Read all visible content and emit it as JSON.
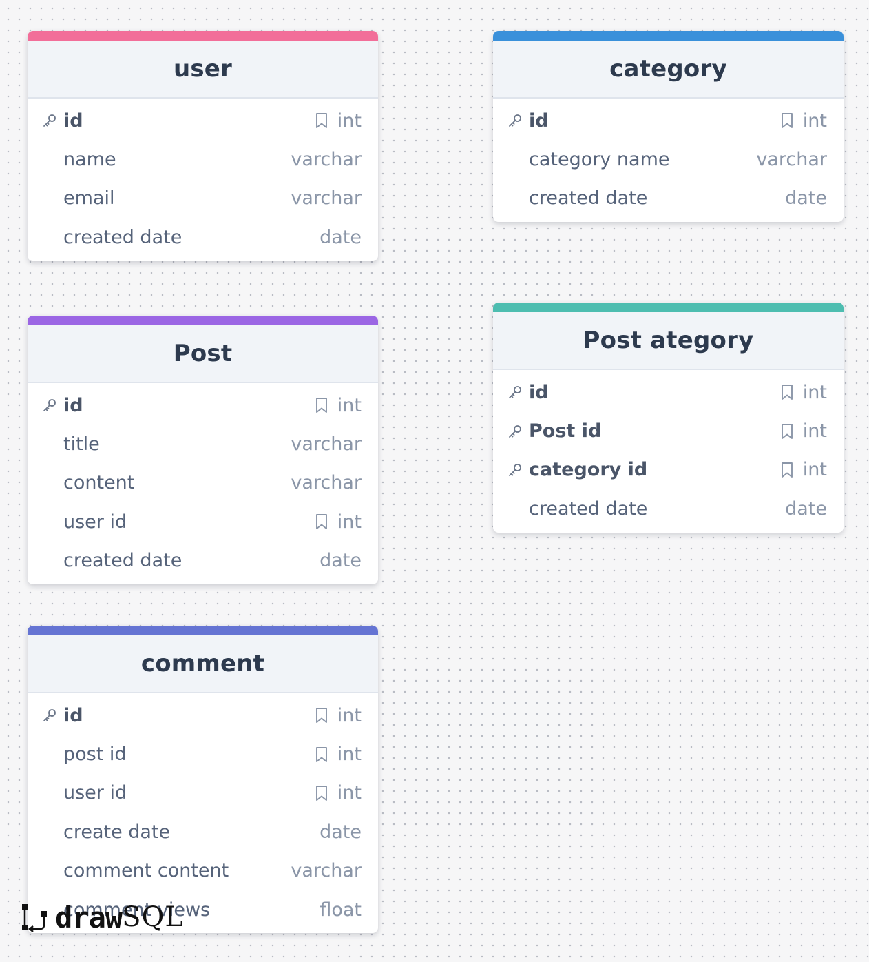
{
  "app": "drawSQL",
  "logo": {
    "bold_part": "draw",
    "light_part": "SQL"
  },
  "tables": [
    {
      "name": "user",
      "accent": "#f26e99",
      "columns": [
        {
          "name": "id",
          "type": "int",
          "primary_key": true,
          "bookmark": true
        },
        {
          "name": "name",
          "type": "varchar",
          "primary_key": false,
          "bookmark": false
        },
        {
          "name": "email",
          "type": "varchar",
          "primary_key": false,
          "bookmark": false
        },
        {
          "name": "created date",
          "type": "date",
          "primary_key": false,
          "bookmark": false
        }
      ]
    },
    {
      "name": "category",
      "accent": "#3a90da",
      "columns": [
        {
          "name": "id",
          "type": "int",
          "primary_key": true,
          "bookmark": true
        },
        {
          "name": "category name",
          "type": "varchar",
          "primary_key": false,
          "bookmark": false
        },
        {
          "name": "created date",
          "type": "date",
          "primary_key": false,
          "bookmark": false
        }
      ]
    },
    {
      "name": "Post",
      "accent": "#9b66e4",
      "columns": [
        {
          "name": "id",
          "type": "int",
          "primary_key": true,
          "bookmark": true
        },
        {
          "name": "title",
          "type": "varchar",
          "primary_key": false,
          "bookmark": false
        },
        {
          "name": "content",
          "type": "varchar",
          "primary_key": false,
          "bookmark": false
        },
        {
          "name": "user id",
          "type": "int",
          "primary_key": false,
          "bookmark": true
        },
        {
          "name": "created date",
          "type": "date",
          "primary_key": false,
          "bookmark": false
        }
      ]
    },
    {
      "name": "Post ategory",
      "accent": "#4dbdb0",
      "columns": [
        {
          "name": "id",
          "type": "int",
          "primary_key": true,
          "bookmark": true
        },
        {
          "name": "Post id",
          "type": "int",
          "primary_key": true,
          "bookmark": true
        },
        {
          "name": "category id",
          "type": "int",
          "primary_key": true,
          "bookmark": true
        },
        {
          "name": "created date",
          "type": "date",
          "primary_key": false,
          "bookmark": false
        }
      ]
    },
    {
      "name": "comment",
      "accent": "#6574d3",
      "columns": [
        {
          "name": "id",
          "type": "int",
          "primary_key": true,
          "bookmark": true
        },
        {
          "name": "post id",
          "type": "int",
          "primary_key": false,
          "bookmark": true
        },
        {
          "name": "user id",
          "type": "int",
          "primary_key": false,
          "bookmark": true
        },
        {
          "name": "create date",
          "type": "date",
          "primary_key": false,
          "bookmark": false
        },
        {
          "name": "comment content",
          "type": "varchar",
          "primary_key": false,
          "bookmark": false
        },
        {
          "name": "comment views",
          "type": "float",
          "primary_key": false,
          "bookmark": false
        }
      ]
    }
  ]
}
